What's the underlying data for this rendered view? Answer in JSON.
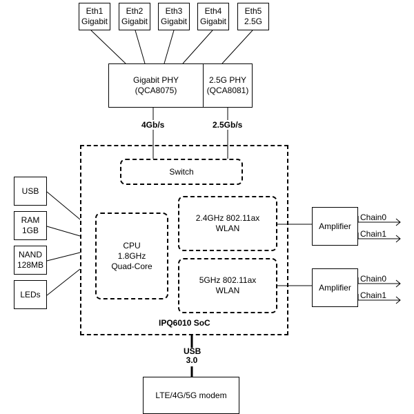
{
  "ports": [
    {
      "line1": "Eth1",
      "line2": "Gigabit"
    },
    {
      "line1": "Eth2",
      "line2": "Gigabit"
    },
    {
      "line1": "Eth3",
      "line2": "Gigabit"
    },
    {
      "line1": "Eth4",
      "line2": "Gigabit"
    },
    {
      "line1": "Eth5",
      "line2": "2.5G"
    }
  ],
  "phy_gigabit": {
    "line1": "Gigabit PHY",
    "line2": "(QCA8075)"
  },
  "phy_25g": {
    "line1": "2.5G PHY",
    "line2": "(QCA8081)"
  },
  "link_4g": "4Gb/s",
  "link_25g": "2.5Gb/s",
  "switch": "Switch",
  "cpu": {
    "line1": "CPU",
    "line2": "1.8GHz",
    "line3": "Quad-Core"
  },
  "wlan24": {
    "line1": "2.4GHz 802.11ax",
    "line2": "WLAN"
  },
  "wlan5": {
    "line1": "5GHz 802.11ax",
    "line2": "WLAN"
  },
  "soc_label": "IPQ6010 SoC",
  "peripherals": {
    "usb": {
      "line1": "USB"
    },
    "ram": {
      "line1": "RAM",
      "line2": "1GB"
    },
    "nand": {
      "line1": "NAND",
      "line2": "128MB"
    },
    "leds": {
      "line1": "LEDs"
    }
  },
  "amplifier_label": "Amplifier",
  "chains": [
    "Chain0",
    "Chain1"
  ],
  "usb30": {
    "line1": "USB",
    "line2": "3.0"
  },
  "modem": "LTE/4G/5G modem"
}
